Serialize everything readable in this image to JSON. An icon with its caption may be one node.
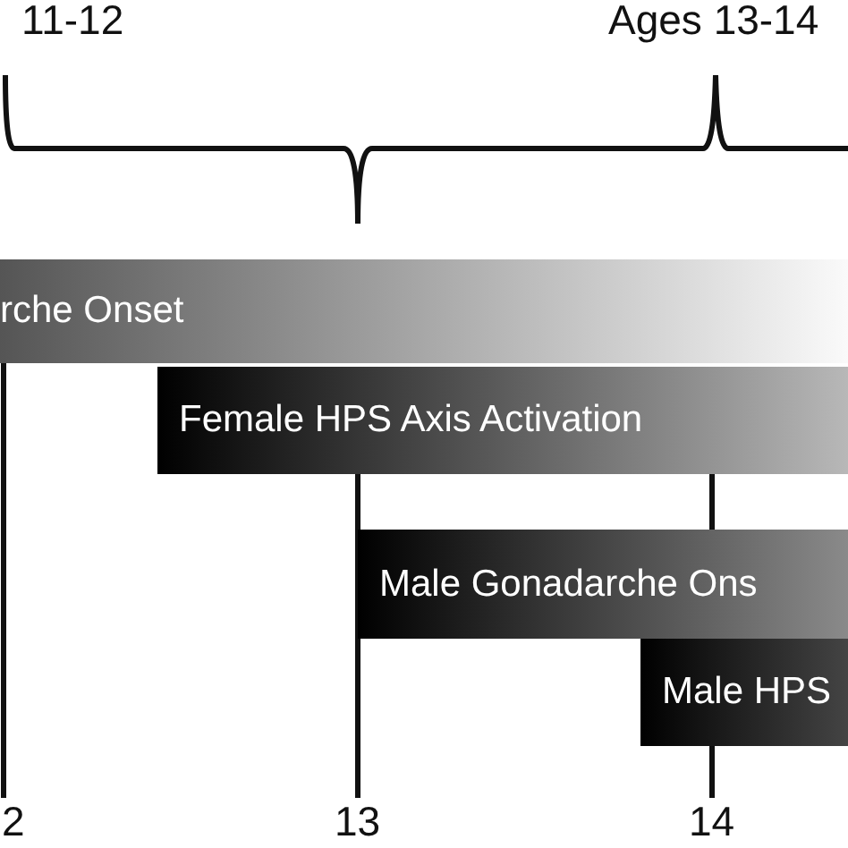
{
  "diagram": {
    "nodes": [
      {
        "text": [
          "rche Onset"
        ]
      },
      {
        "text": [
          "Female HPS Axis Activation"
        ]
      },
      {
        "text": [
          "Male Gonadarche Ons"
        ]
      },
      {
        "text": [
          "Male HPS"
        ]
      },
      {
        "text": [
          "2"
        ]
      },
      {
        "text": [
          "13"
        ]
      },
      {
        "text": [
          "14"
        ]
      }
    ],
    "edges": [
      {
        "from": 0,
        "to": 4,
        "arrow": "none"
      },
      {
        "from": 1,
        "to": 5,
        "arrow": "none"
      },
      {
        "from": 1,
        "to": 2,
        "arrow": "none"
      },
      {
        "from": 3,
        "to": 6,
        "arrow": "none"
      }
    ],
    "labels": [
      "11-12",
      "Ages 13-14"
    ]
  }
}
